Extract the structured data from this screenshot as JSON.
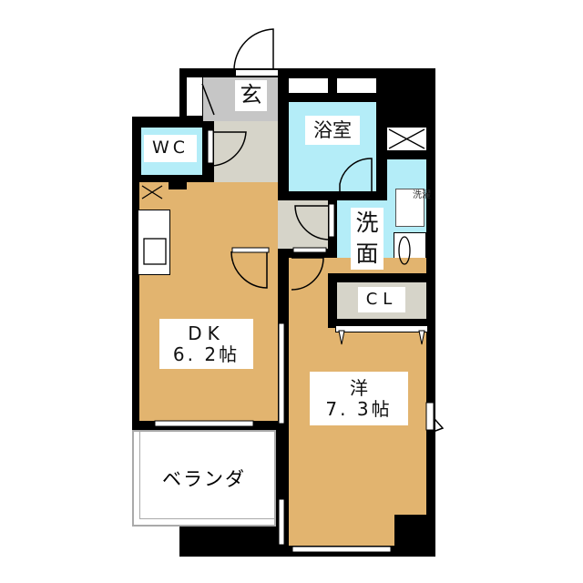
{
  "rooms": {
    "entrance": "玄",
    "bath": "浴室",
    "wc": "WC",
    "washroom_line1": "洗",
    "washroom_line2": "面",
    "washer": "洗濯",
    "closet": "CL",
    "dk_name": "DK",
    "dk_size": "6. 2帖",
    "western_name": "洋",
    "western_size": "7. 3帖",
    "veranda": "ベランダ"
  },
  "colors": {
    "wall": "#000000",
    "living": "#e2b46f",
    "wet": "#b4edf8",
    "hall": "#d6d4c9",
    "entrance": "#c6c6c6"
  }
}
